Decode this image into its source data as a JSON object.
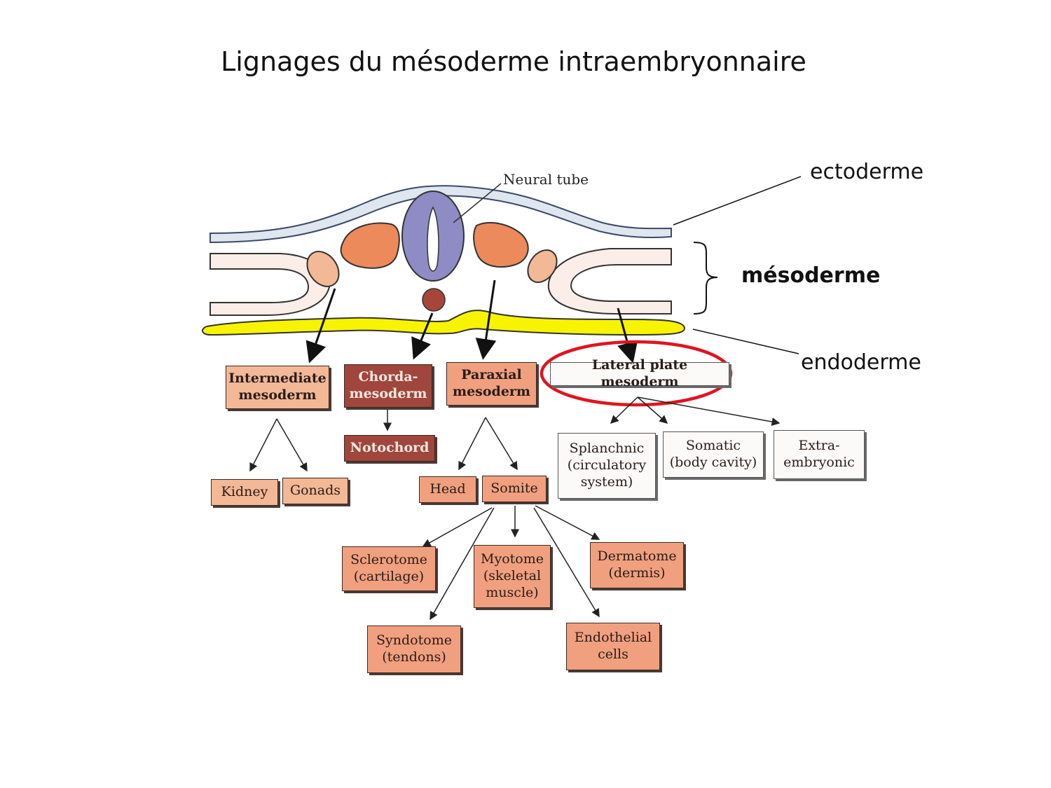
{
  "title": "Lignages du mésoderme intraembryonnaire",
  "labels": {
    "ectoderme": "ectoderme",
    "mesoderme": "mésoderme",
    "endoderme": "endoderme",
    "neural_tube": "Neural tube"
  },
  "boxes": {
    "intermediate": "Intermediate\nmesoderm",
    "chordamesoderm": "Chorda-\nmesoderm",
    "paraxial": "Paraxial\nmesoderm",
    "lateral_plate": "Lateral plate mesoderm",
    "kidney": "Kidney",
    "gonads": "Gonads",
    "notochord": "Notochord",
    "head": "Head",
    "somite": "Somite",
    "splanchnic": "Splanchnic\n(circulatory\nsystem)",
    "somatic": "Somatic\n(body cavity)",
    "extraembryonic": "Extra-\nembryonic",
    "sclerotome": "Sclerotome\n(cartilage)",
    "myotome": "Myotome\n(skeletal\nmuscle)",
    "dermatome": "Dermatome\n(dermis)",
    "syndotome": "Syndotome\n(tendons)",
    "endothelial": "Endothelial\ncells"
  },
  "colors": {
    "ectoderm": "#dfe6ef",
    "mesoderm_sheet": "#fbeee8",
    "somite_orange": "#ec8a5c",
    "neural_tube": "#8f8bc4",
    "notochord_dot": "#a6463a",
    "endoderm": "#f8f400",
    "highlight_circle": "#e0141e"
  }
}
